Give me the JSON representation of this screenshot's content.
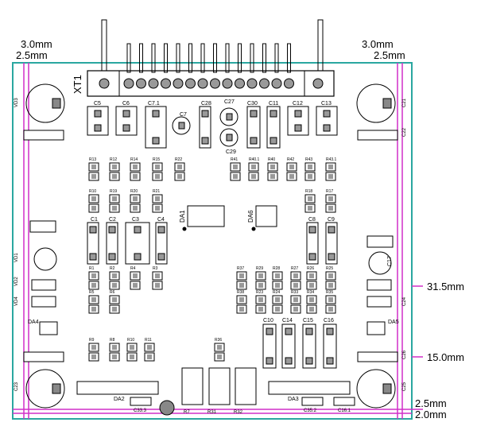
{
  "connector": {
    "name": "XT1"
  },
  "dims": {
    "top_left_a": "3.0mm",
    "top_left_b": "2.5mm",
    "top_right_a": "3.0mm",
    "top_right_b": "2.5mm",
    "right_1": "31.5mm",
    "right_2": "15.0mm",
    "bottom_a": "2.5mm",
    "bottom_b": "2.0mm"
  },
  "caps_top": [
    "C5",
    "C6",
    "C7.1",
    "C28",
    "C30",
    "C11",
    "C12",
    "C13"
  ],
  "caps_round": [
    "C7",
    "C27",
    "C29"
  ],
  "caps_mid": [
    "C1",
    "C2",
    "C3",
    "C4",
    "C8",
    "C9"
  ],
  "caps_bottom": [
    "C10",
    "C14",
    "C15",
    "C16"
  ],
  "chips": [
    "DA1",
    "DA6"
  ],
  "bottom_arrays": [
    "DA2",
    "DA3"
  ],
  "side_parts": [
    "DA4",
    "DA5",
    "C17"
  ],
  "resistors_r1": [
    "R13",
    "R12",
    "R14",
    "R15",
    "R22",
    "R41",
    "R40.1",
    "R40",
    "R42",
    "R43",
    "R43.1"
  ],
  "resistors_r2": [
    "R10",
    "R19",
    "R20",
    "R21",
    "R18",
    "R17"
  ],
  "resistors_r3": [
    "R1",
    "R2",
    "R4",
    "R3",
    "R37",
    "R29",
    "R28",
    "R27",
    "R26",
    "R25"
  ],
  "resistors_r4": [
    "R5",
    "R6",
    "R38",
    "R23",
    "R24",
    "R33",
    "R34",
    "R35"
  ],
  "resistors_r5": [
    "R9",
    "R8",
    "R10",
    "R11",
    "R36"
  ],
  "bottom_labels": [
    "R7",
    "R31",
    "R32",
    "C33.3",
    "C35.2",
    "C16.1"
  ],
  "corner_labels": [
    "VD3",
    "VD1",
    "VD2",
    "VD4",
    "C21",
    "C22",
    "C23",
    "C24",
    "C25",
    "C26"
  ]
}
